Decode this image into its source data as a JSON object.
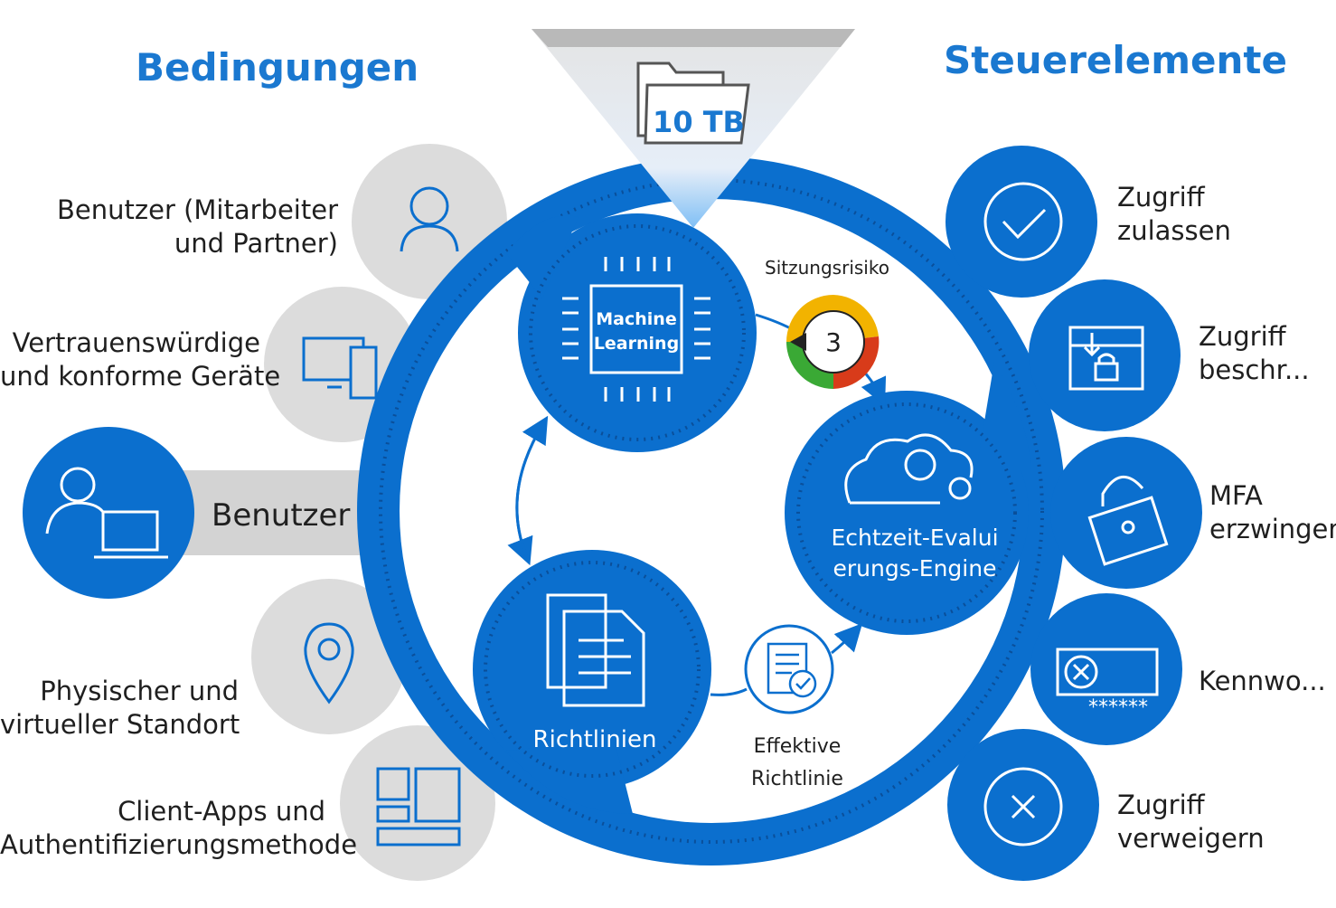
{
  "headings": {
    "conditions": "Bedingungen",
    "controls": "Steuerelemente"
  },
  "storage": {
    "label": "10 TB"
  },
  "conditions": [
    {
      "line1": "Benutzer (Mitarbeiter",
      "line2": "und Partner)",
      "icon": "person-icon"
    },
    {
      "line1": "Vertrauenswürdige",
      "line2": "und konforme Geräte",
      "icon": "devices-icon"
    },
    {
      "line1": "Physischer und",
      "line2": "virtueller Standort",
      "icon": "location-pin-icon"
    },
    {
      "line1": "Client-Apps und",
      "line2": "Authentifizierungsmethode",
      "icon": "apps-grid-icon"
    }
  ],
  "user": {
    "label": "Benutzer",
    "icon": "user-laptop-icon"
  },
  "engine": {
    "ml_line1": "Machine",
    "ml_line2": "Learning",
    "session_risk_label": "Sitzungsrisiko",
    "risk_value": "3",
    "evaluation_line1": "Echtzeit-Evalui",
    "evaluation_line2": "erungs-Engine",
    "policies_label": "Richtlinien",
    "effective_line1": "Effektive",
    "effective_line2": "Richtlinie"
  },
  "controls": [
    {
      "line1": "Zugriff",
      "line2": "zulassen",
      "icon": "checkmark-icon"
    },
    {
      "line1": "Zugriff",
      "line2": "beschr...",
      "icon": "restricted-window-icon"
    },
    {
      "line1": "MFA",
      "line2": "erzwingen",
      "icon": "padlock-icon"
    },
    {
      "line1": "Kennwo...",
      "line2": "",
      "icon": "password-reset-icon",
      "masked_text": "******"
    },
    {
      "line1": "Zugriff",
      "line2": "verweigern",
      "icon": "close-icon"
    }
  ],
  "colors": {
    "primary_blue": "#0b6fce",
    "heading_blue": "#1a78d0",
    "gray_circle": "#dcdcdc",
    "gray_band": "#d3d3d3",
    "gauge_yellow": "#f2b300",
    "gauge_green": "#3aa935",
    "gauge_red": "#d83b1a"
  }
}
